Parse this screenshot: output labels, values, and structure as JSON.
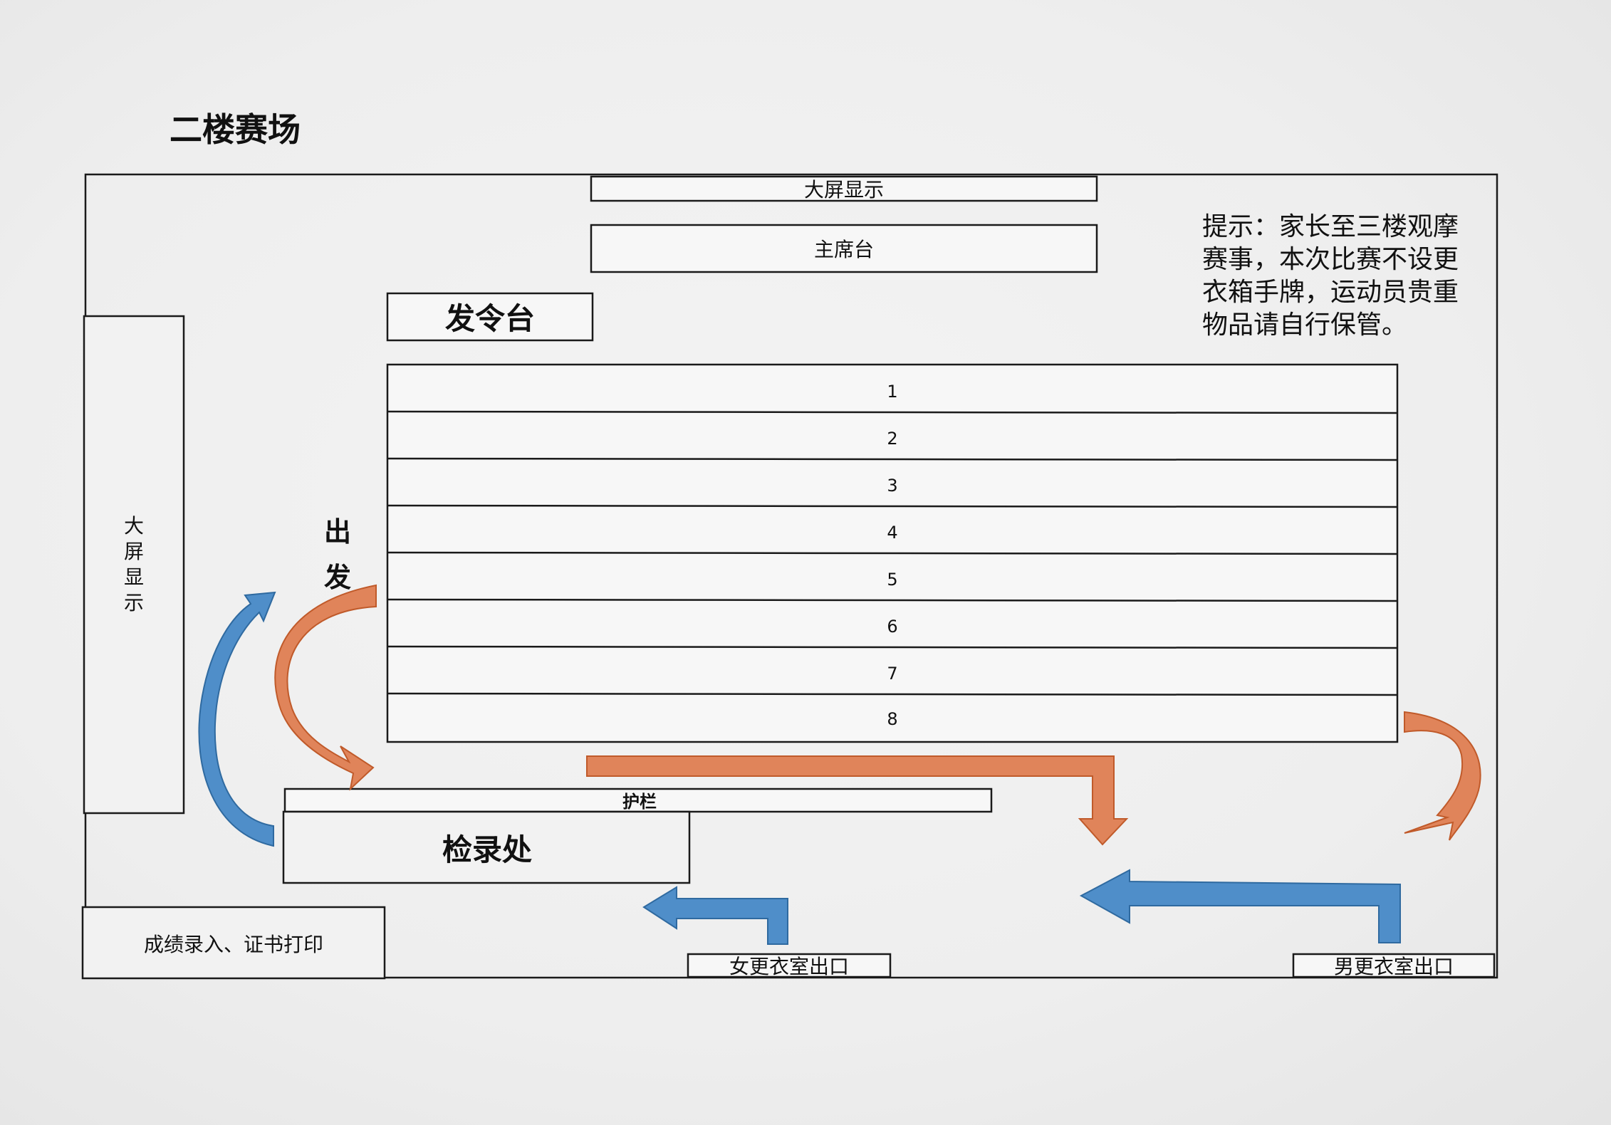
{
  "title": "二楼赛场",
  "top_screen": "大屏显示",
  "presidium": "主席台",
  "starter_platform": "发令台",
  "left_screen": [
    "大",
    "屏",
    "显",
    "示"
  ],
  "start_label": [
    "出",
    "发"
  ],
  "lanes": [
    "1",
    "2",
    "3",
    "4",
    "5",
    "6",
    "7",
    "8"
  ],
  "notice_lines": [
    "提示：家长至三楼观摩",
    "赛事，本次比赛不设更",
    "衣箱手牌，运动员贵重",
    "物品请自行保管。"
  ],
  "fence": "护栏",
  "check_in": "检录处",
  "results_area": "成绩录入、证书打印",
  "women_exit": "女更衣室出口",
  "men_exit": "男更衣室出口",
  "colors": {
    "orange_arrow": "#e0845a",
    "blue_arrow": "#4f8ec9",
    "line": "#1a1a1a"
  }
}
